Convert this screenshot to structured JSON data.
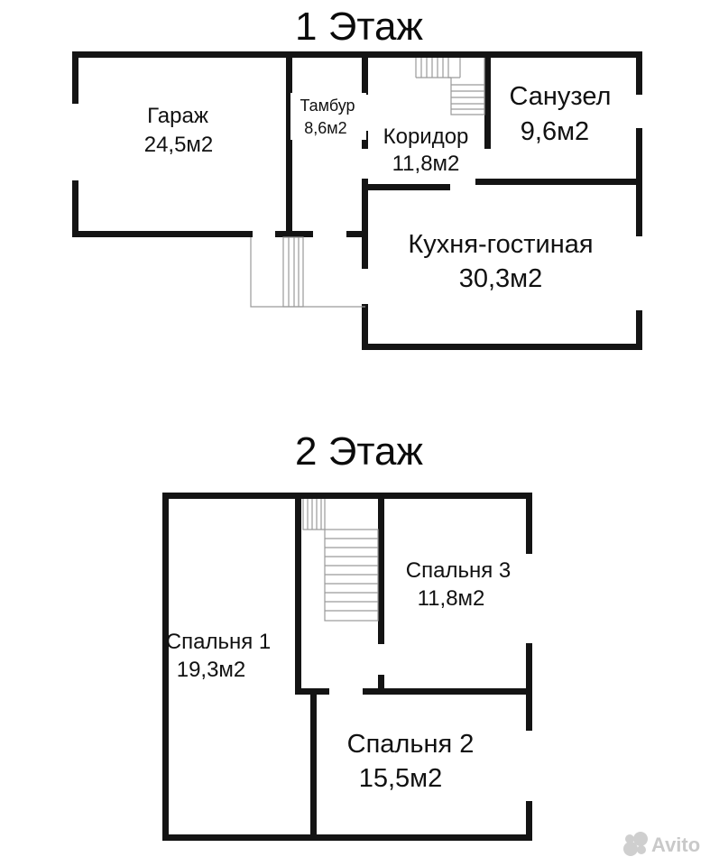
{
  "floors": [
    {
      "title": "1 Этаж",
      "rooms": [
        {
          "name": "Гараж",
          "area": "24,5м2"
        },
        {
          "name": "Тамбур",
          "area": "8,6м2"
        },
        {
          "name": "Коридор",
          "area": "11,8м2"
        },
        {
          "name": "Санузел",
          "area": "9,6м2"
        },
        {
          "name": "Кухня-гостиная",
          "area": "30,3м2"
        }
      ]
    },
    {
      "title": "2 Этаж",
      "rooms": [
        {
          "name": "Спальня 1",
          "area": "19,3м2"
        },
        {
          "name": "Спальня 3",
          "area": "11,8м2"
        },
        {
          "name": "Спальня 2",
          "area": "15,5м2"
        }
      ]
    }
  ],
  "watermark": {
    "brand": "Avito",
    "icon": "avito-logo-icon"
  }
}
